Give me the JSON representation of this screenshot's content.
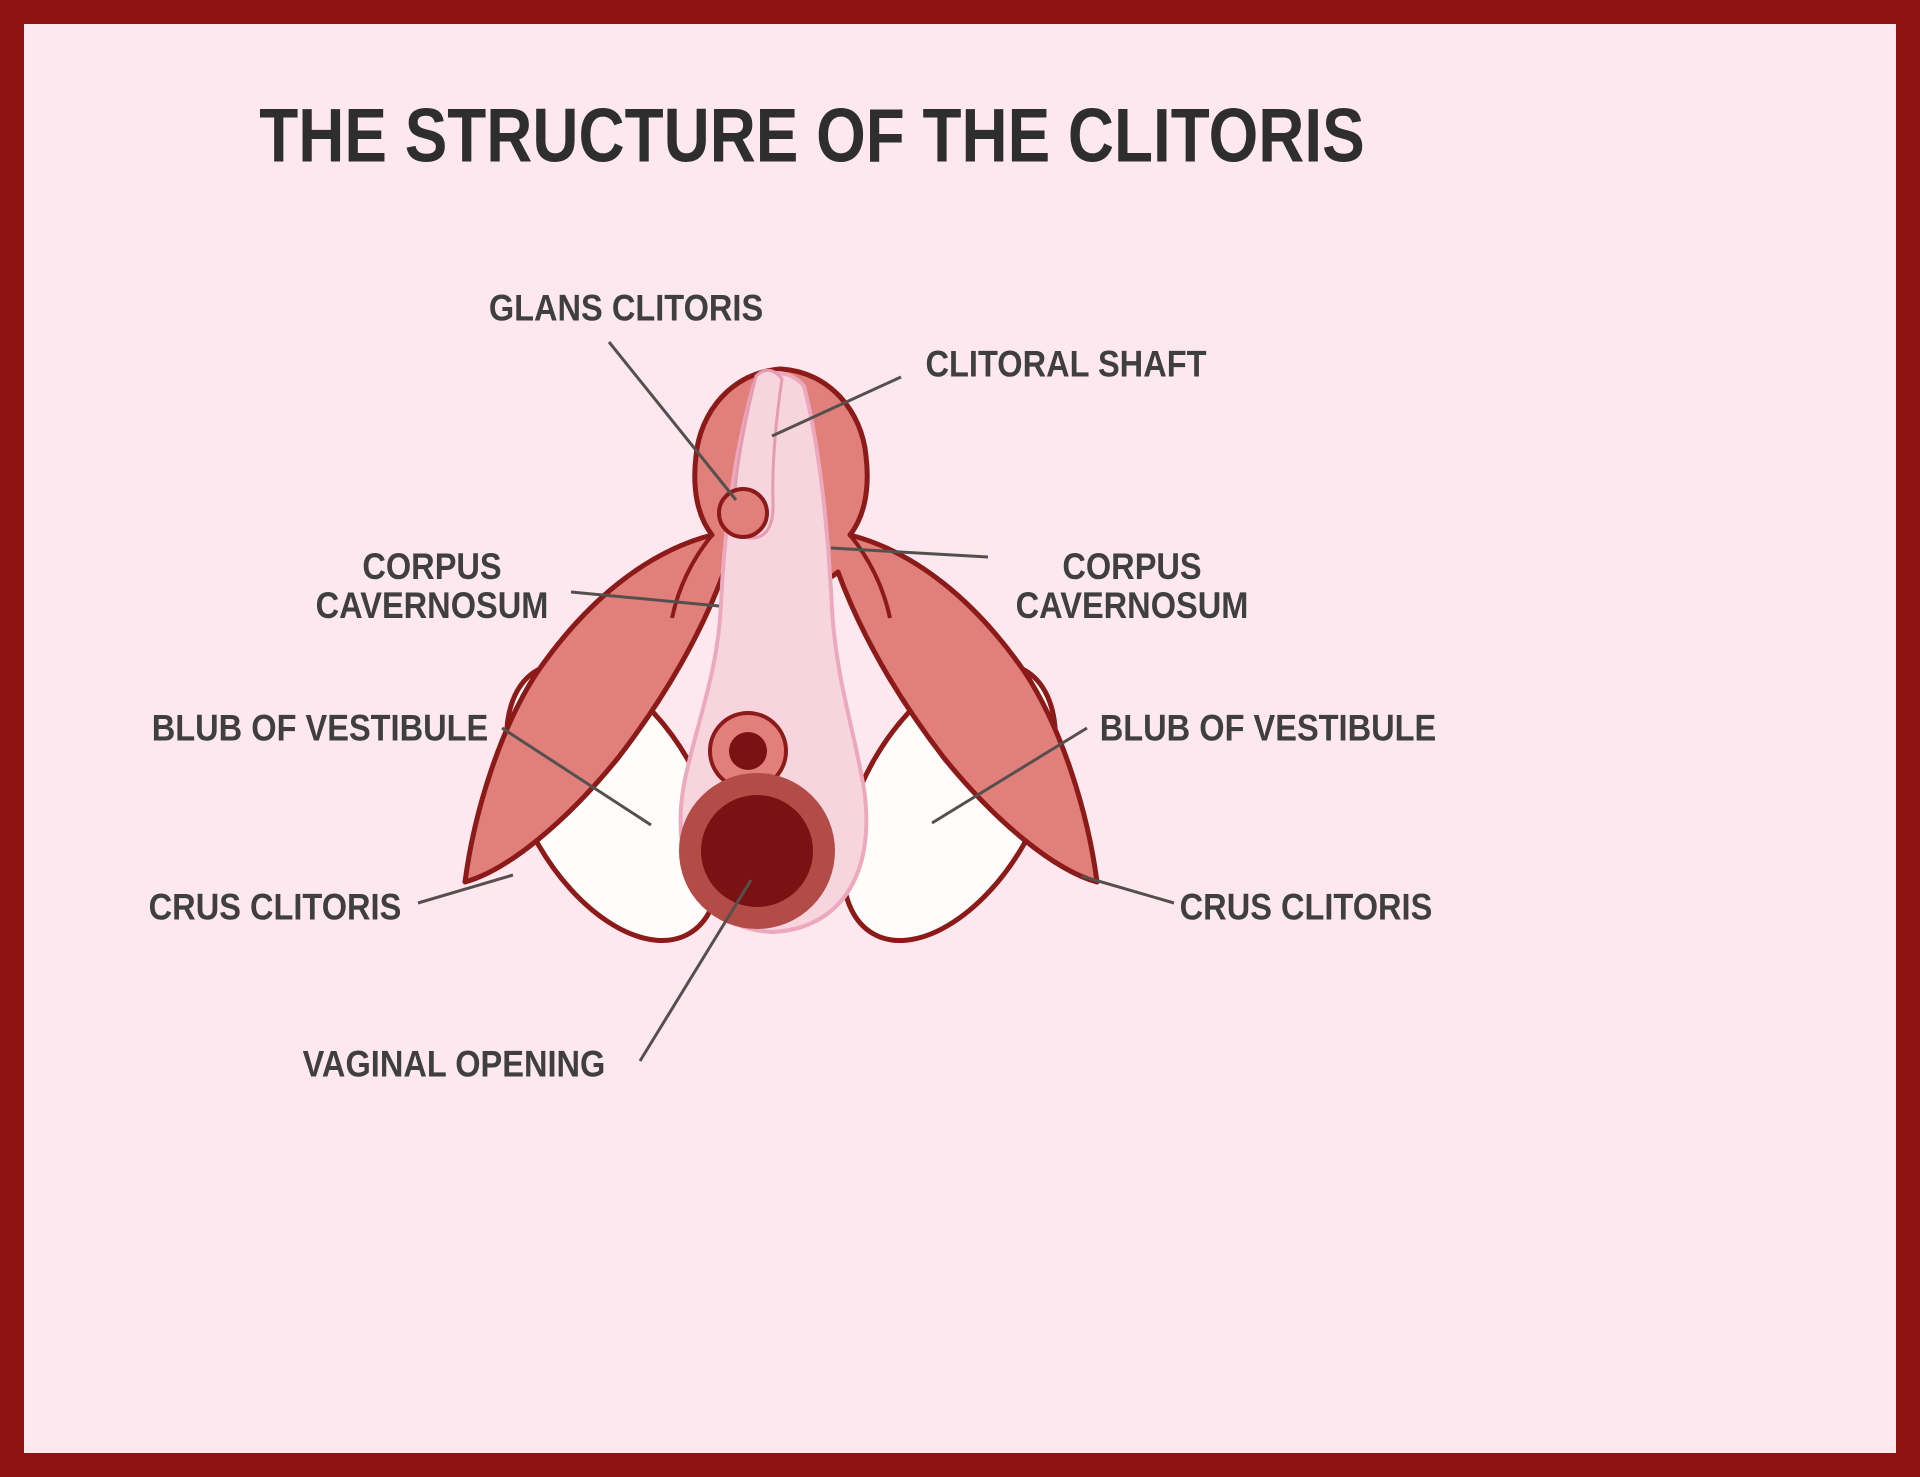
{
  "poster": {
    "title": "THE STRUCTURE OF THE CLITORIS"
  },
  "labels": [
    {
      "id": "glans-clitoris",
      "text": "GLANS CLITORIS"
    },
    {
      "id": "clitoral-shaft",
      "text": "CLITORAL SHAFT"
    },
    {
      "id": "corpus-cavernosum-left",
      "text": "CORPUS\nCAVERNOSUM"
    },
    {
      "id": "corpus-cavernosum-right",
      "text": "CORPUS\nCAVERNOSUM"
    },
    {
      "id": "bulb-of-vestibule-left",
      "text": "BLUB OF VESTIBULE"
    },
    {
      "id": "bulb-of-vestibule-right",
      "text": "BLUB OF VESTIBULE"
    },
    {
      "id": "crus-clitoris-left",
      "text": "CRUS CLITORIS"
    },
    {
      "id": "crus-clitoris-right",
      "text": "CRUS CLITORIS"
    },
    {
      "id": "vaginal-opening",
      "text": "VAGINAL OPENING"
    }
  ],
  "colors": {
    "frame_border": "#8E1414",
    "background": "#FCE8EE",
    "anatomy_salmon": "#E17F7B",
    "anatomy_outline": "#8C1A18",
    "anatomy_light_pink": "#F7D5DF",
    "bulb_white": "#FFFDFC",
    "opening_mid_red": "#B34B47",
    "opening_dark_red": "#7A1113",
    "title_text": "#2E2E2E",
    "label_text": "#3F3F3F",
    "leader_line": "#55504E"
  }
}
